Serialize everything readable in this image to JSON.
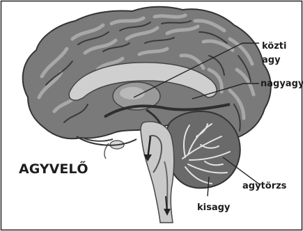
{
  "figure": {
    "title": "AGYVELŐ",
    "labels": {
      "kozti_agy_line1": "közti",
      "kozti_agy_line2": "agy",
      "nagyagy": "nagyagy",
      "agytorzs": "agytörzs",
      "kisagy": "kisagy"
    }
  },
  "colors": {
    "cortex_fill": "#7a7a7a",
    "gyri_light": "#a6a6a6",
    "sulci_dark": "#3a3a3a",
    "inner_light": "#cfcfcf",
    "deep_gray": "#5b5b5b",
    "cerebellum": "#6a6a6a",
    "brainstem": "#c9c9c9",
    "leader_line": "#222222",
    "frame": "#222222"
  }
}
